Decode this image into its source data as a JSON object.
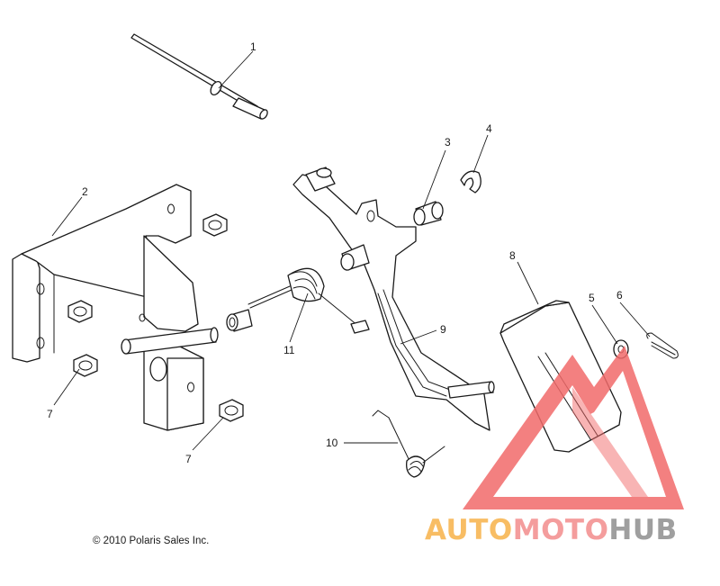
{
  "diagram": {
    "callouts": [
      {
        "id": "1",
        "label": "1"
      },
      {
        "id": "2",
        "label": "2"
      },
      {
        "id": "3",
        "label": "3"
      },
      {
        "id": "4",
        "label": "4"
      },
      {
        "id": "5",
        "label": "5"
      },
      {
        "id": "6",
        "label": "6"
      },
      {
        "id": "7a",
        "label": "7"
      },
      {
        "id": "7b",
        "label": "7"
      },
      {
        "id": "8",
        "label": "8"
      },
      {
        "id": "9",
        "label": "9"
      },
      {
        "id": "10",
        "label": "10"
      },
      {
        "id": "11",
        "label": "11"
      }
    ],
    "copyright": "© 2010 Polaris Sales Inc."
  },
  "watermark": {
    "parts": [
      {
        "text": "AUTO",
        "color": "#f7b24a"
      },
      {
        "text": "MOTO",
        "color": "#f38c8c"
      },
      {
        "text": "HUB",
        "color": "#8f8f8f"
      }
    ],
    "triangle_color": "#f26a6a"
  }
}
